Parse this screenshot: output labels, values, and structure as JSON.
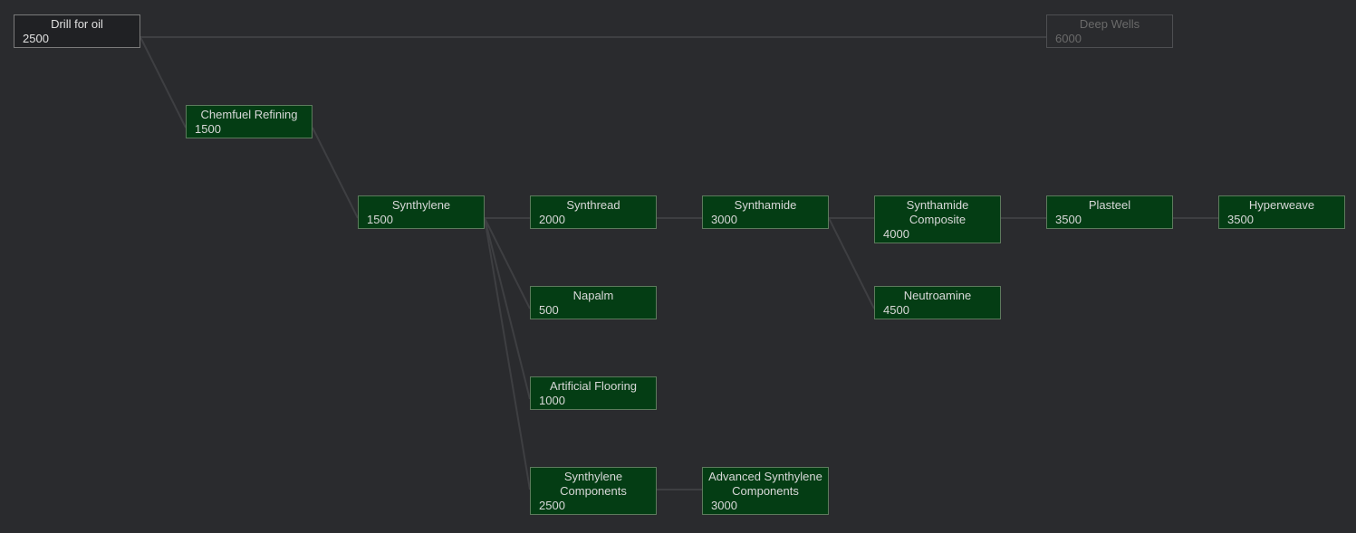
{
  "colors": {
    "background": "#2a2b2e",
    "available_node": "#043d14",
    "researched_node": "#202124",
    "locked_text": "#6a6a6a",
    "edge": "#3e3f42"
  },
  "nodes": [
    {
      "id": "drill-for-oil",
      "title": "Drill for oil",
      "cost": "2500",
      "state": "researched"
    },
    {
      "id": "deep-wells",
      "title": "Deep Wells",
      "cost": "6000",
      "state": "locked"
    },
    {
      "id": "chemfuel-refining",
      "title": "Chemfuel Refining",
      "cost": "1500",
      "state": "available"
    },
    {
      "id": "synthylene",
      "title": "Synthylene",
      "cost": "1500",
      "state": "available"
    },
    {
      "id": "synthread",
      "title": "Synthread",
      "cost": "2000",
      "state": "available"
    },
    {
      "id": "synthamide",
      "title": "Synthamide",
      "cost": "3000",
      "state": "available"
    },
    {
      "id": "synthamide-composite",
      "title": "Synthamide Composite",
      "cost": "4000",
      "state": "available"
    },
    {
      "id": "plasteel",
      "title": "Plasteel",
      "cost": "3500",
      "state": "available"
    },
    {
      "id": "hyperweave",
      "title": "Hyperweave",
      "cost": "3500",
      "state": "available"
    },
    {
      "id": "napalm",
      "title": "Napalm",
      "cost": "500",
      "state": "available"
    },
    {
      "id": "neutroamine",
      "title": "Neutroamine",
      "cost": "4500",
      "state": "available"
    },
    {
      "id": "artificial-flooring",
      "title": "Artificial Flooring",
      "cost": "1000",
      "state": "available"
    },
    {
      "id": "synthylene-components",
      "title": "Synthylene Components",
      "cost": "2500",
      "state": "available"
    },
    {
      "id": "advanced-synthylene-components",
      "title": "Advanced Synthylene Components",
      "cost": "3000",
      "state": "available"
    }
  ],
  "edges": [
    [
      "drill-for-oil",
      "deep-wells"
    ],
    [
      "drill-for-oil",
      "chemfuel-refining"
    ],
    [
      "chemfuel-refining",
      "synthylene"
    ],
    [
      "synthylene",
      "synthread"
    ],
    [
      "synthylene",
      "napalm"
    ],
    [
      "synthylene",
      "artificial-flooring"
    ],
    [
      "synthylene",
      "synthylene-components"
    ],
    [
      "synthread",
      "synthamide"
    ],
    [
      "synthamide",
      "synthamide-composite"
    ],
    [
      "synthamide",
      "neutroamine"
    ],
    [
      "synthamide-composite",
      "plasteel"
    ],
    [
      "plasteel",
      "hyperweave"
    ],
    [
      "synthylene-components",
      "advanced-synthylene-components"
    ]
  ]
}
